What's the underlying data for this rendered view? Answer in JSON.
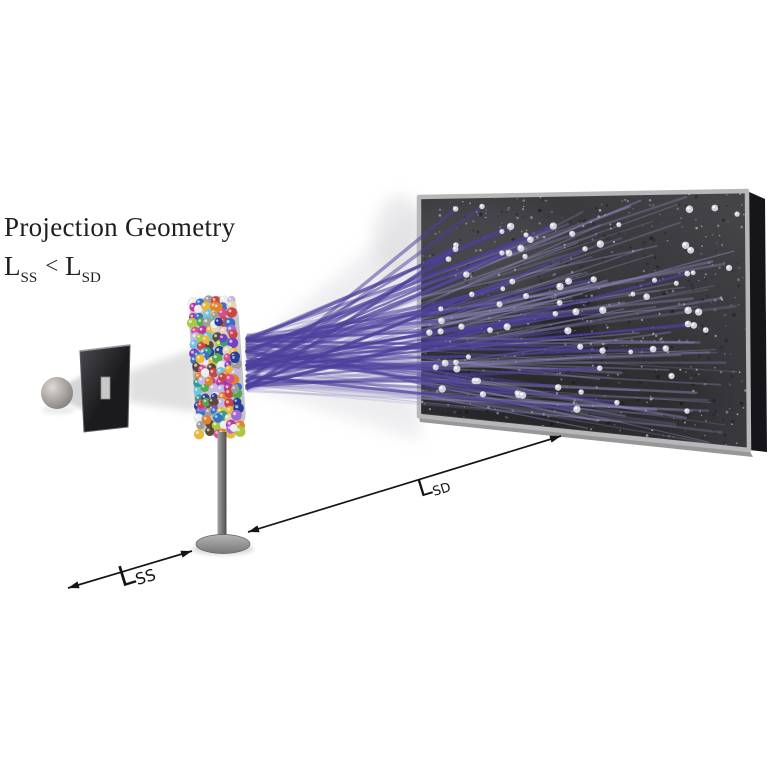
{
  "title": "Projection Geometry",
  "formula": {
    "lhs": "L",
    "lhs_sub": "SS",
    "op": "<",
    "rhs": "L",
    "rhs_sub": "SD"
  },
  "arrow_labels": {
    "lsd": {
      "base": "L",
      "sub": "SD"
    },
    "lss": {
      "base": "L",
      "sub": "SS"
    }
  },
  "colors": {
    "background": "#ffffff",
    "text": "#1e1e1e",
    "arrow": "#151515",
    "source_sphere_light": "#dcd9d6",
    "source_sphere_dark": "#7d7975",
    "collimator_light": "#4a4a4f",
    "collimator_dark": "#1b1b1e",
    "slit": "#c8c8c8",
    "beam": "#c9c7c8",
    "stand_light": "#a2a2a2",
    "stand_dark": "#4f4f4f",
    "base_light": "#b4b4b4",
    "base_dark": "#787878",
    "detector_face": "#39393d",
    "detector_frame": "#b7b7b9",
    "detector_side": "#16161a",
    "ray_bold": "76,64,156",
    "ray_faint": "148,142,198",
    "projected_bead": "#d2d1db",
    "grain_light": "#ffffff",
    "grain_dark": "#0b0b0d",
    "bead_palette": [
      "#d94f8e",
      "#b83aa0",
      "#cc4444",
      "#e0832f",
      "#e8b93a",
      "#a9c943",
      "#55a84f",
      "#2f9e8f",
      "#6fc3e0",
      "#3b6fc9",
      "#2b3f96",
      "#7a3fc0",
      "#a06ad4",
      "#c3b6e8",
      "#ececec",
      "#9d9d9d",
      "#5c4a38",
      "#e3d4b4"
    ]
  },
  "render": {
    "seed": 11,
    "faint_rays": 85,
    "projected_beads": 80,
    "grain_light_count": 430,
    "grain_dark_count": 230,
    "bead_rows": 19,
    "bead_cols": 6,
    "extra_beads": 30
  }
}
